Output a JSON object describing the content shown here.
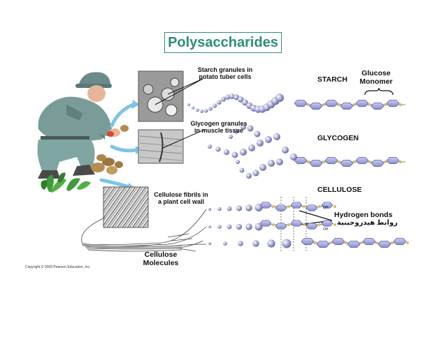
{
  "title": "Polysaccharides",
  "labels": {
    "starch_granules": [
      "Starch granules in",
      "potato tuber cells"
    ],
    "glycogen_granules": [
      "Glycogen granules",
      "in muscle tissue"
    ],
    "cellulose_fibrils": [
      "Cellulose fibrils in",
      "a plant cell wall"
    ],
    "cellulose_molecules": [
      "Cellulose",
      "Molecules"
    ],
    "starch": "STARCH",
    "glycogen": "GLYCOGEN",
    "cellulose": "CELLULOSE",
    "glucose_monomer": [
      "Glucose",
      "Monomer"
    ],
    "hydrogen_bonds": "Hydrogen bonds",
    "hydrogen_bonds_arabic": "روابط هيدروجينية",
    "oh": "OH"
  },
  "copyright": "Copyright © 2009 Pearson Education, Inc.",
  "colors": {
    "title": "#2a8f7a",
    "glucose_ring": "#aab0dd",
    "glucose_ring_dark": "#4a4f9a",
    "oxygen_link": "#e8c83a",
    "arrow": "#7fc4e8"
  },
  "icons": [
    "farmer-figure",
    "potato-icon",
    "plant-icon",
    "arrow-icon"
  ]
}
